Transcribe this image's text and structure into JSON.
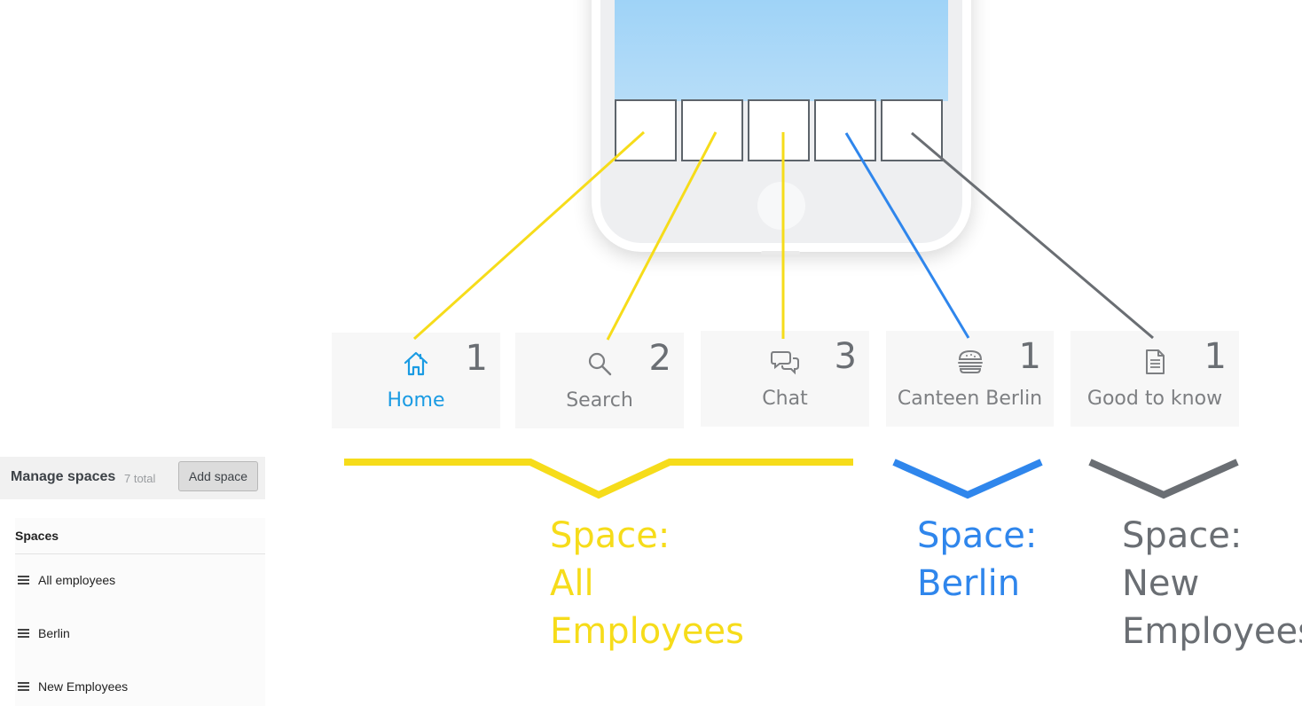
{
  "tabs": [
    {
      "label": "Home",
      "count": "1",
      "icon": "home-icon",
      "active": true
    },
    {
      "label": "Search",
      "count": "2",
      "icon": "search-icon",
      "active": false
    },
    {
      "label": "Chat",
      "count": "3",
      "icon": "chat-icon",
      "active": false
    },
    {
      "label": "Canteen Berlin",
      "count": "1",
      "icon": "burger-icon",
      "active": false
    },
    {
      "label": "Good to know",
      "count": "1",
      "icon": "document-icon",
      "active": false
    }
  ],
  "spaces_groups": [
    {
      "label": "Space:\nAll\nEmployees",
      "color": "#f6dc1a"
    },
    {
      "label": "Space:\nBerlin",
      "color": "#2f86ec"
    },
    {
      "label": "Space:\nNew\nEmployees",
      "color": "#6a6e73"
    }
  ],
  "colors": {
    "active_tab": "#1a9be3",
    "yellow": "#f6dc1a",
    "blue": "#2f86ec",
    "gray": "#6a6e73"
  },
  "manage_spaces": {
    "title": "Manage spaces",
    "count_text": "7 total",
    "add_button": "Add space",
    "list_heading": "Spaces",
    "items": [
      "All employees",
      "Berlin",
      "New Employees"
    ]
  }
}
